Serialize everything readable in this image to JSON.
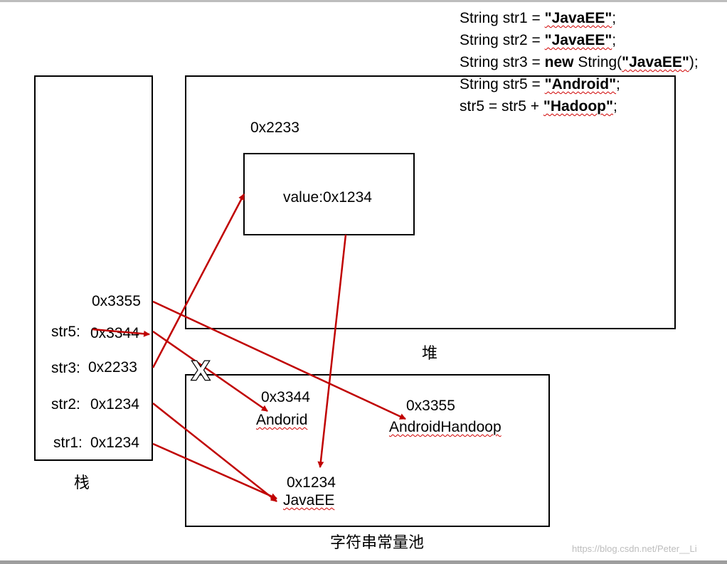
{
  "code": {
    "lines": [
      {
        "pre": "String str1 = ",
        "lit": "\"JavaEE\"",
        "post": ";"
      },
      {
        "pre": "String str2 = ",
        "lit": "\"JavaEE\"",
        "post": ";"
      },
      {
        "pre": "String str3 = ",
        "kw": "new",
        "mid": " String(",
        "lit": "\"JavaEE\"",
        "post": ");"
      },
      {
        "pre": "String str5 = ",
        "lit": "\"Android\"",
        "post": ";"
      },
      {
        "pre": "str5 = str5 + ",
        "lit": "\"Hadoop\"",
        "post": ";"
      }
    ]
  },
  "stack": {
    "label": "栈",
    "extra_addr": "0x3355",
    "vars": [
      {
        "name": "str5:",
        "addr": "0x3344"
      },
      {
        "name": "str3:",
        "addr": "0x2233"
      },
      {
        "name": "str2:",
        "addr": "0x1234"
      },
      {
        "name": "str1:",
        "addr": "0x1234"
      }
    ]
  },
  "heap": {
    "label": "堆",
    "object_addr": "0x2233",
    "object_value": "value:0x1234"
  },
  "pool": {
    "label": "字符串常量池",
    "entries": [
      {
        "addr": "0x3344",
        "value": "Andorid"
      },
      {
        "addr": "0x3355",
        "value": "AndroidHandoop"
      },
      {
        "addr": "0x1234",
        "value": "JavaEE"
      }
    ]
  },
  "cross_mark": "X",
  "watermark": "https://blog.csdn.net/Peter__Li",
  "colors": {
    "arrow": "#c00000",
    "border": "#000000",
    "wavy": "#d00000"
  }
}
